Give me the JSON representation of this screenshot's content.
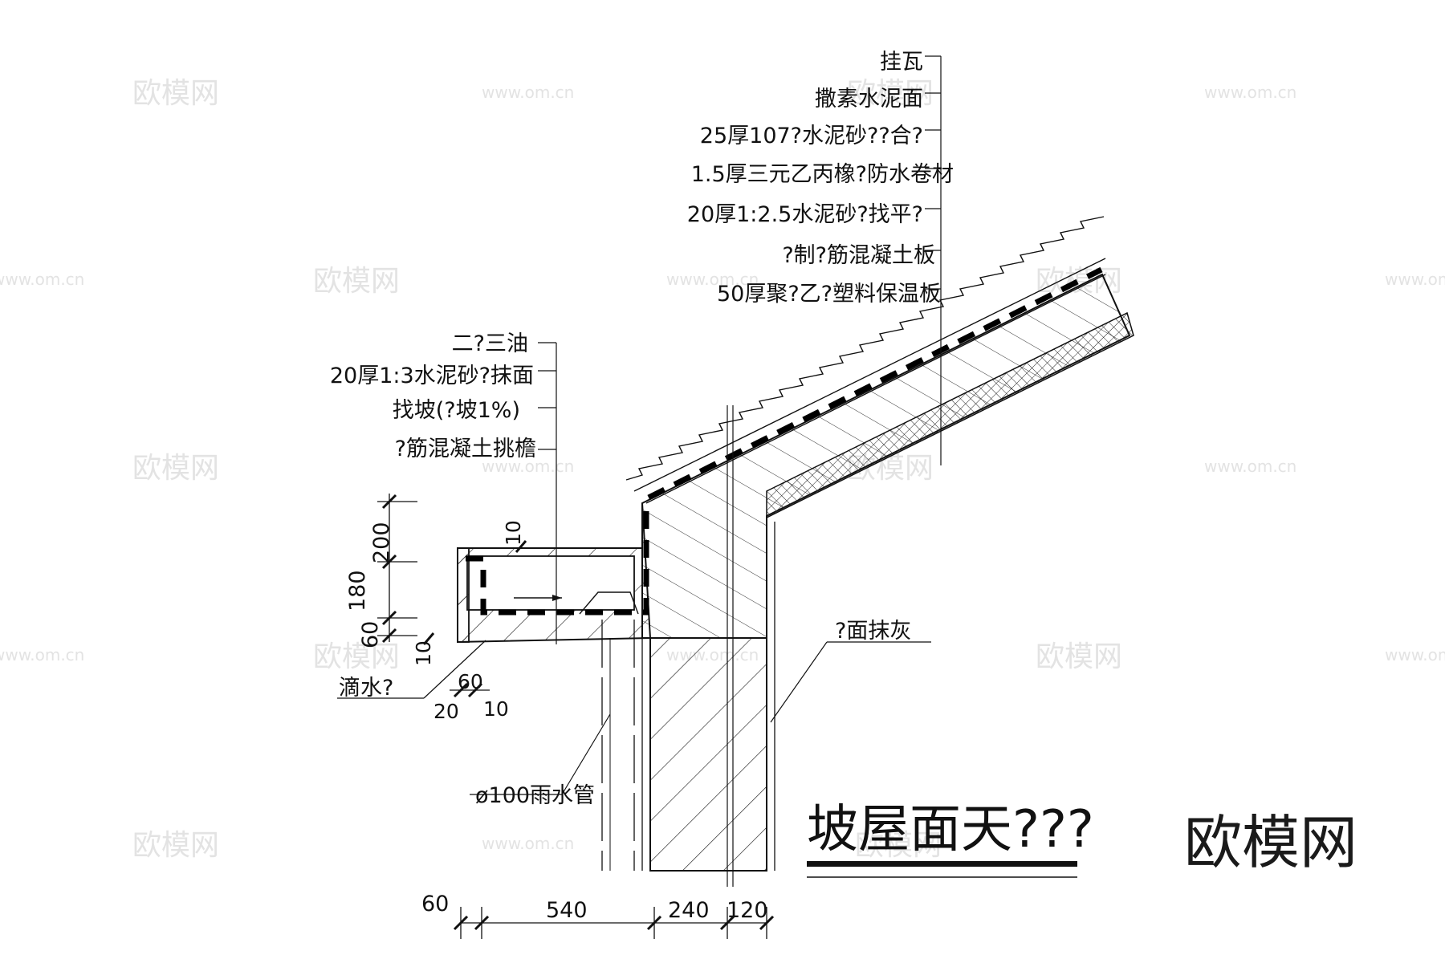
{
  "watermark": {
    "brand": "欧模网",
    "url": "www.om.cn"
  },
  "brand_mark": "欧模网",
  "title": "坡屋面天???",
  "roof_layers": [
    "挂瓦",
    "撒素水泥面",
    "25厚107?水泥砂??合?",
    "1.5厚三元乙丙橡?防水卷材",
    "20厚1:2.5水泥砂?找平?",
    "?制?筋混凝土板",
    "50厚聚?乙?塑料保温板"
  ],
  "gutter_layers": [
    "二?三油",
    "20厚1:3水泥砂?抹面",
    "找坡(?坡1%)",
    "?筋混凝土挑檐"
  ],
  "wall_finish": "?面抹灰",
  "drip": "滴水?",
  "pipe": "ø100雨水管",
  "dimensions": {
    "vertical": [
      "200",
      "180",
      "60"
    ],
    "small": [
      "10",
      "10",
      "20",
      "60",
      "10"
    ],
    "bottom": [
      "60",
      "540",
      "240",
      "120"
    ]
  },
  "colors": {
    "ink": "#111111",
    "watermark": "#e3e3e3"
  }
}
